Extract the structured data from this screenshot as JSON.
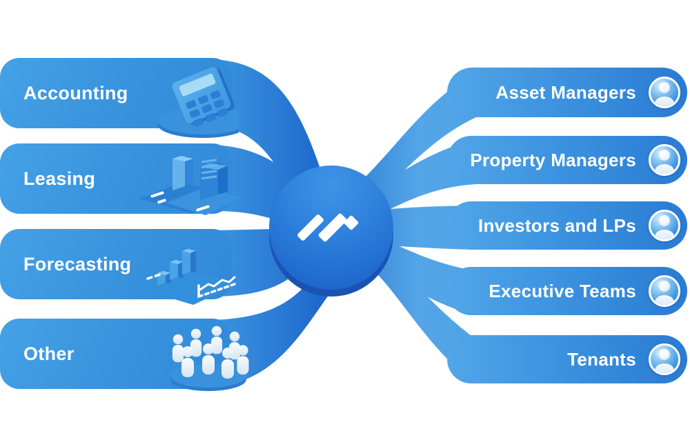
{
  "diagram": {
    "name": "platform-integration-diagram",
    "hub_icon": "w-logo",
    "center_panel": "white-rounded-column"
  },
  "left_cards": [
    {
      "label": "Accounting",
      "icon": "calculator-3d-icon"
    },
    {
      "label": "Leasing",
      "icon": "buildings-3d-icon"
    },
    {
      "label": "Forecasting",
      "icon": "bar-chart-3d-icon"
    },
    {
      "label": "Other",
      "icon": "people-group-3d-icon"
    }
  ],
  "right_pills": [
    {
      "label": "Asset Managers",
      "icon": "user-avatar-icon"
    },
    {
      "label": "Property Managers",
      "icon": "user-avatar-icon"
    },
    {
      "label": "Investors and LPs",
      "icon": "user-avatar-icon"
    },
    {
      "label": "Executive Teams",
      "icon": "user-avatar-icon"
    },
    {
      "label": "Tenants",
      "icon": "user-avatar-icon"
    }
  ],
  "colors": {
    "card_blue_light": "#45a1e6",
    "card_blue_dark": "#3189d9",
    "band_left_dark": "#1a61cb",
    "band_right_light": "#55a5e7",
    "pill_blue_left": "#52a6e8",
    "pill_blue_right": "#2a7bd3",
    "hub_top": "#3f93e6",
    "hub_bottom": "#1c61c8",
    "hub_depth": "#1a53b0",
    "text": "#ffffff",
    "panel": "#ffffff"
  }
}
